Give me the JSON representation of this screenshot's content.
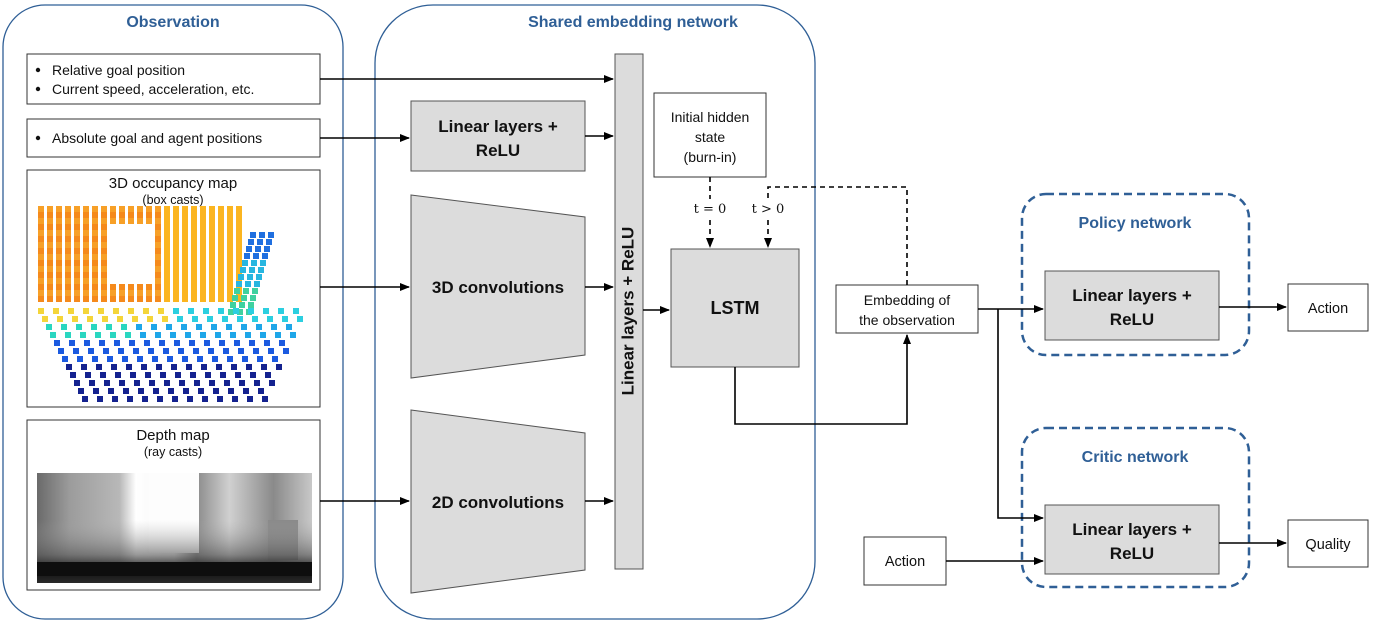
{
  "regions": {
    "observation": "Observation",
    "shared_embedding": "Shared embedding network",
    "policy_network": "Policy network",
    "critic_network": "Critic network"
  },
  "inputs": {
    "relative_goal": "Relative goal position",
    "current_speed": "Current speed, acceleration, etc.",
    "absolute_goal": "Absolute goal and agent positions",
    "occupancy_title": "3D occupancy map",
    "occupancy_sub": "(box casts)",
    "depth_title": "Depth map",
    "depth_sub": "(ray casts)"
  },
  "blocks": {
    "linear_relu_1": "Linear layers +",
    "linear_relu_2": "ReLU",
    "conv3d": "3D convolutions",
    "conv2d": "2D convolutions",
    "vertical_linear": "Linear layers + ReLU",
    "lstm": "LSTM",
    "hidden_1": "Initial hidden",
    "hidden_2": "state",
    "hidden_3": "(burn-in)",
    "t0": "t = 0",
    "tgt0": "t > 0",
    "embedding_1": "Embedding of",
    "embedding_2": "the observation",
    "policy_linear_1": "Linear layers +",
    "policy_linear_2": "ReLU",
    "critic_linear_1": "Linear layers +",
    "critic_linear_2": "ReLU",
    "action_out": "Action",
    "action_in": "Action",
    "quality": "Quality"
  },
  "colors": {
    "region_border": "#2f5f96",
    "block_fill": "#dcdcdc",
    "dashed_border": "#2f5f96"
  }
}
